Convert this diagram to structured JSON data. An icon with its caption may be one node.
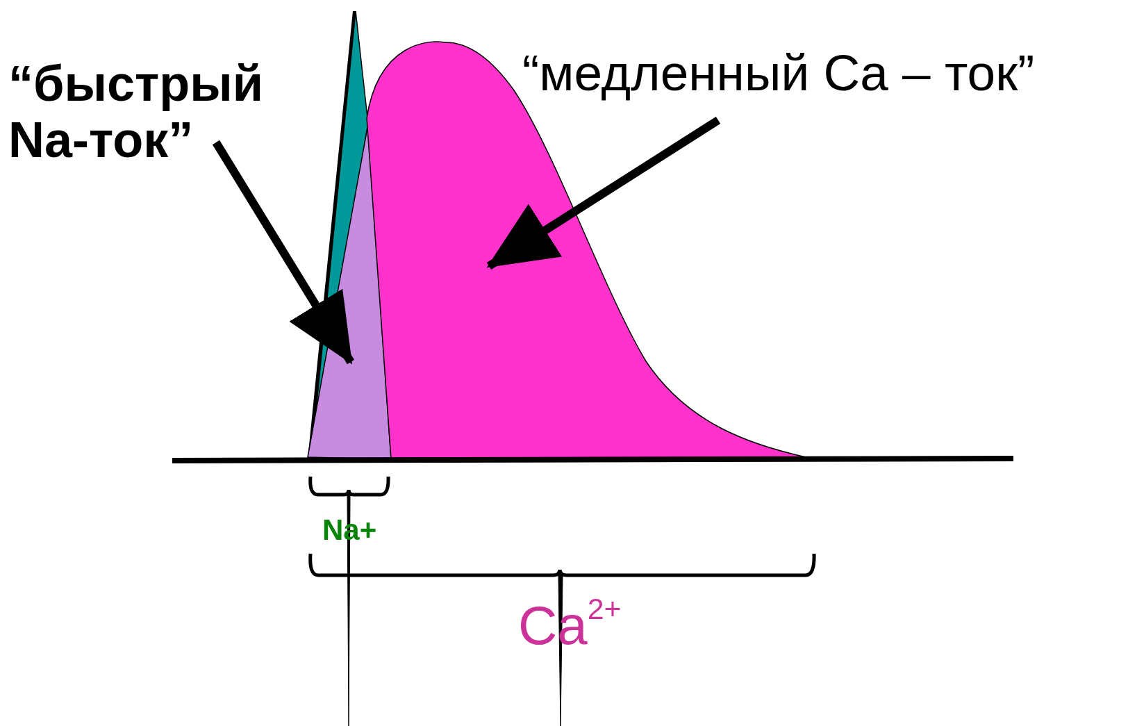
{
  "diagram": {
    "nodes": [
      {
        "text": [
          "“быстрый Na-ток”"
        ]
      },
      {
        "text": [
          "“медленный Ca – ток”"
        ]
      },
      {
        "text": [],
        "shape": "picture"
      },
      {
        "text": [],
        "shape": "picture"
      }
    ],
    "edges": [
      {
        "from": 0,
        "to": 2,
        "arrow": "to"
      },
      {
        "from": 1,
        "to": 3,
        "arrow": "to"
      }
    ],
    "labels": [
      "Na+",
      "Ca$^{2+}$"
    ]
  }
}
